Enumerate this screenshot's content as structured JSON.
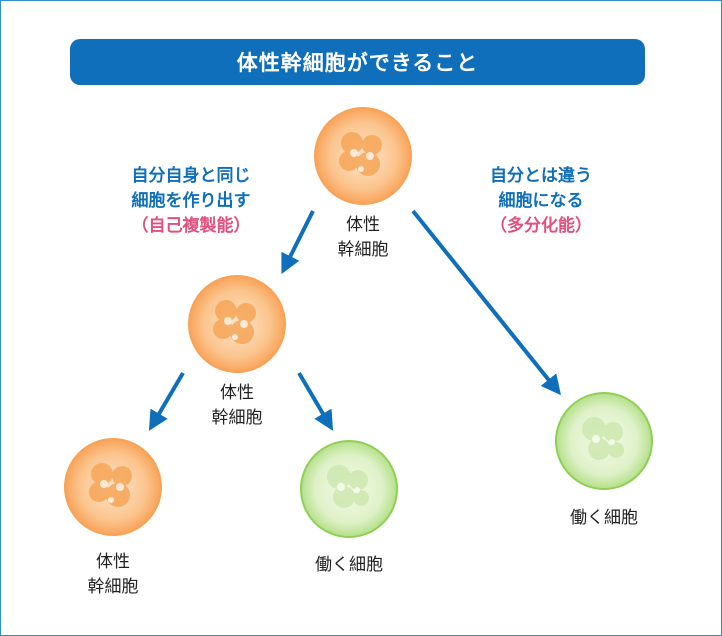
{
  "title": "体性幹細胞ができること",
  "left_note": {
    "line1": "自分自身と同じ",
    "line2": "細胞を作り出す",
    "line3": "（自己複製能）"
  },
  "right_note": {
    "line1": "自分とは違う",
    "line2": "細胞になる",
    "line3": "（多分化能）"
  },
  "cells": {
    "top": {
      "line1": "体性",
      "line2": "幹細胞",
      "kind": "stem"
    },
    "middle": {
      "line1": "体性",
      "line2": "幹細胞",
      "kind": "stem"
    },
    "bottom_left": {
      "line1": "体性",
      "line2": "幹細胞",
      "kind": "stem"
    },
    "bottom_mid": {
      "label": "働く細胞",
      "kind": "working"
    },
    "right": {
      "label": "働く細胞",
      "kind": "working"
    }
  },
  "colors": {
    "title_bg": "#0f6fba",
    "arrow": "#0f6fba",
    "emphasis": "#e2507d",
    "stem_fill": "#f9a35a",
    "working_fill": "#b5e08a"
  }
}
